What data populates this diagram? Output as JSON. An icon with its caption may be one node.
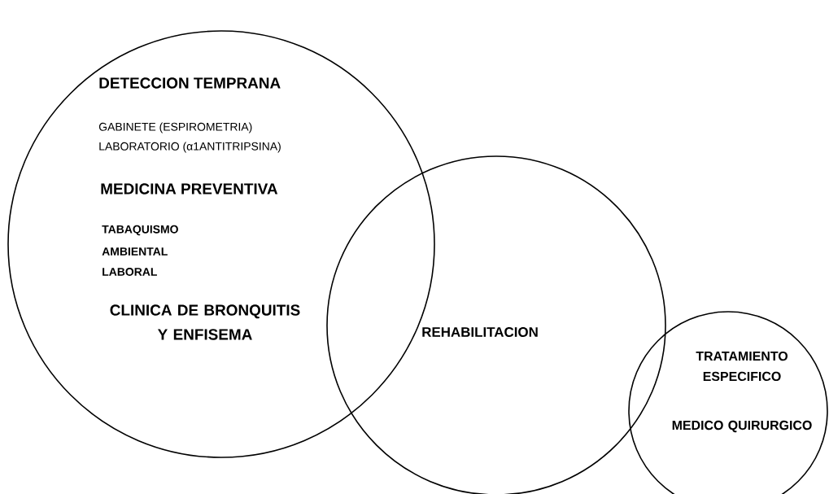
{
  "diagram": {
    "nodes": [
      {
        "text": [
          "DETECCION TEMPRANA",
          "GABINETE (ESPIROMETRIA)",
          "LABORATORIO (α1ANTITRIPSINA)",
          "MEDICINA PREVENTIVA",
          "TABAQUISMO",
          "AMBIENTAL",
          "LABORAL",
          "CLINICA DE BRONQUITIS Y ENFISEMA"
        ]
      },
      {
        "text": [
          "REHABILITACION"
        ]
      },
      {
        "text": [
          "TRATAMIENTO ESPECIFICO",
          "MEDICO QUIRURGICO"
        ]
      }
    ]
  }
}
